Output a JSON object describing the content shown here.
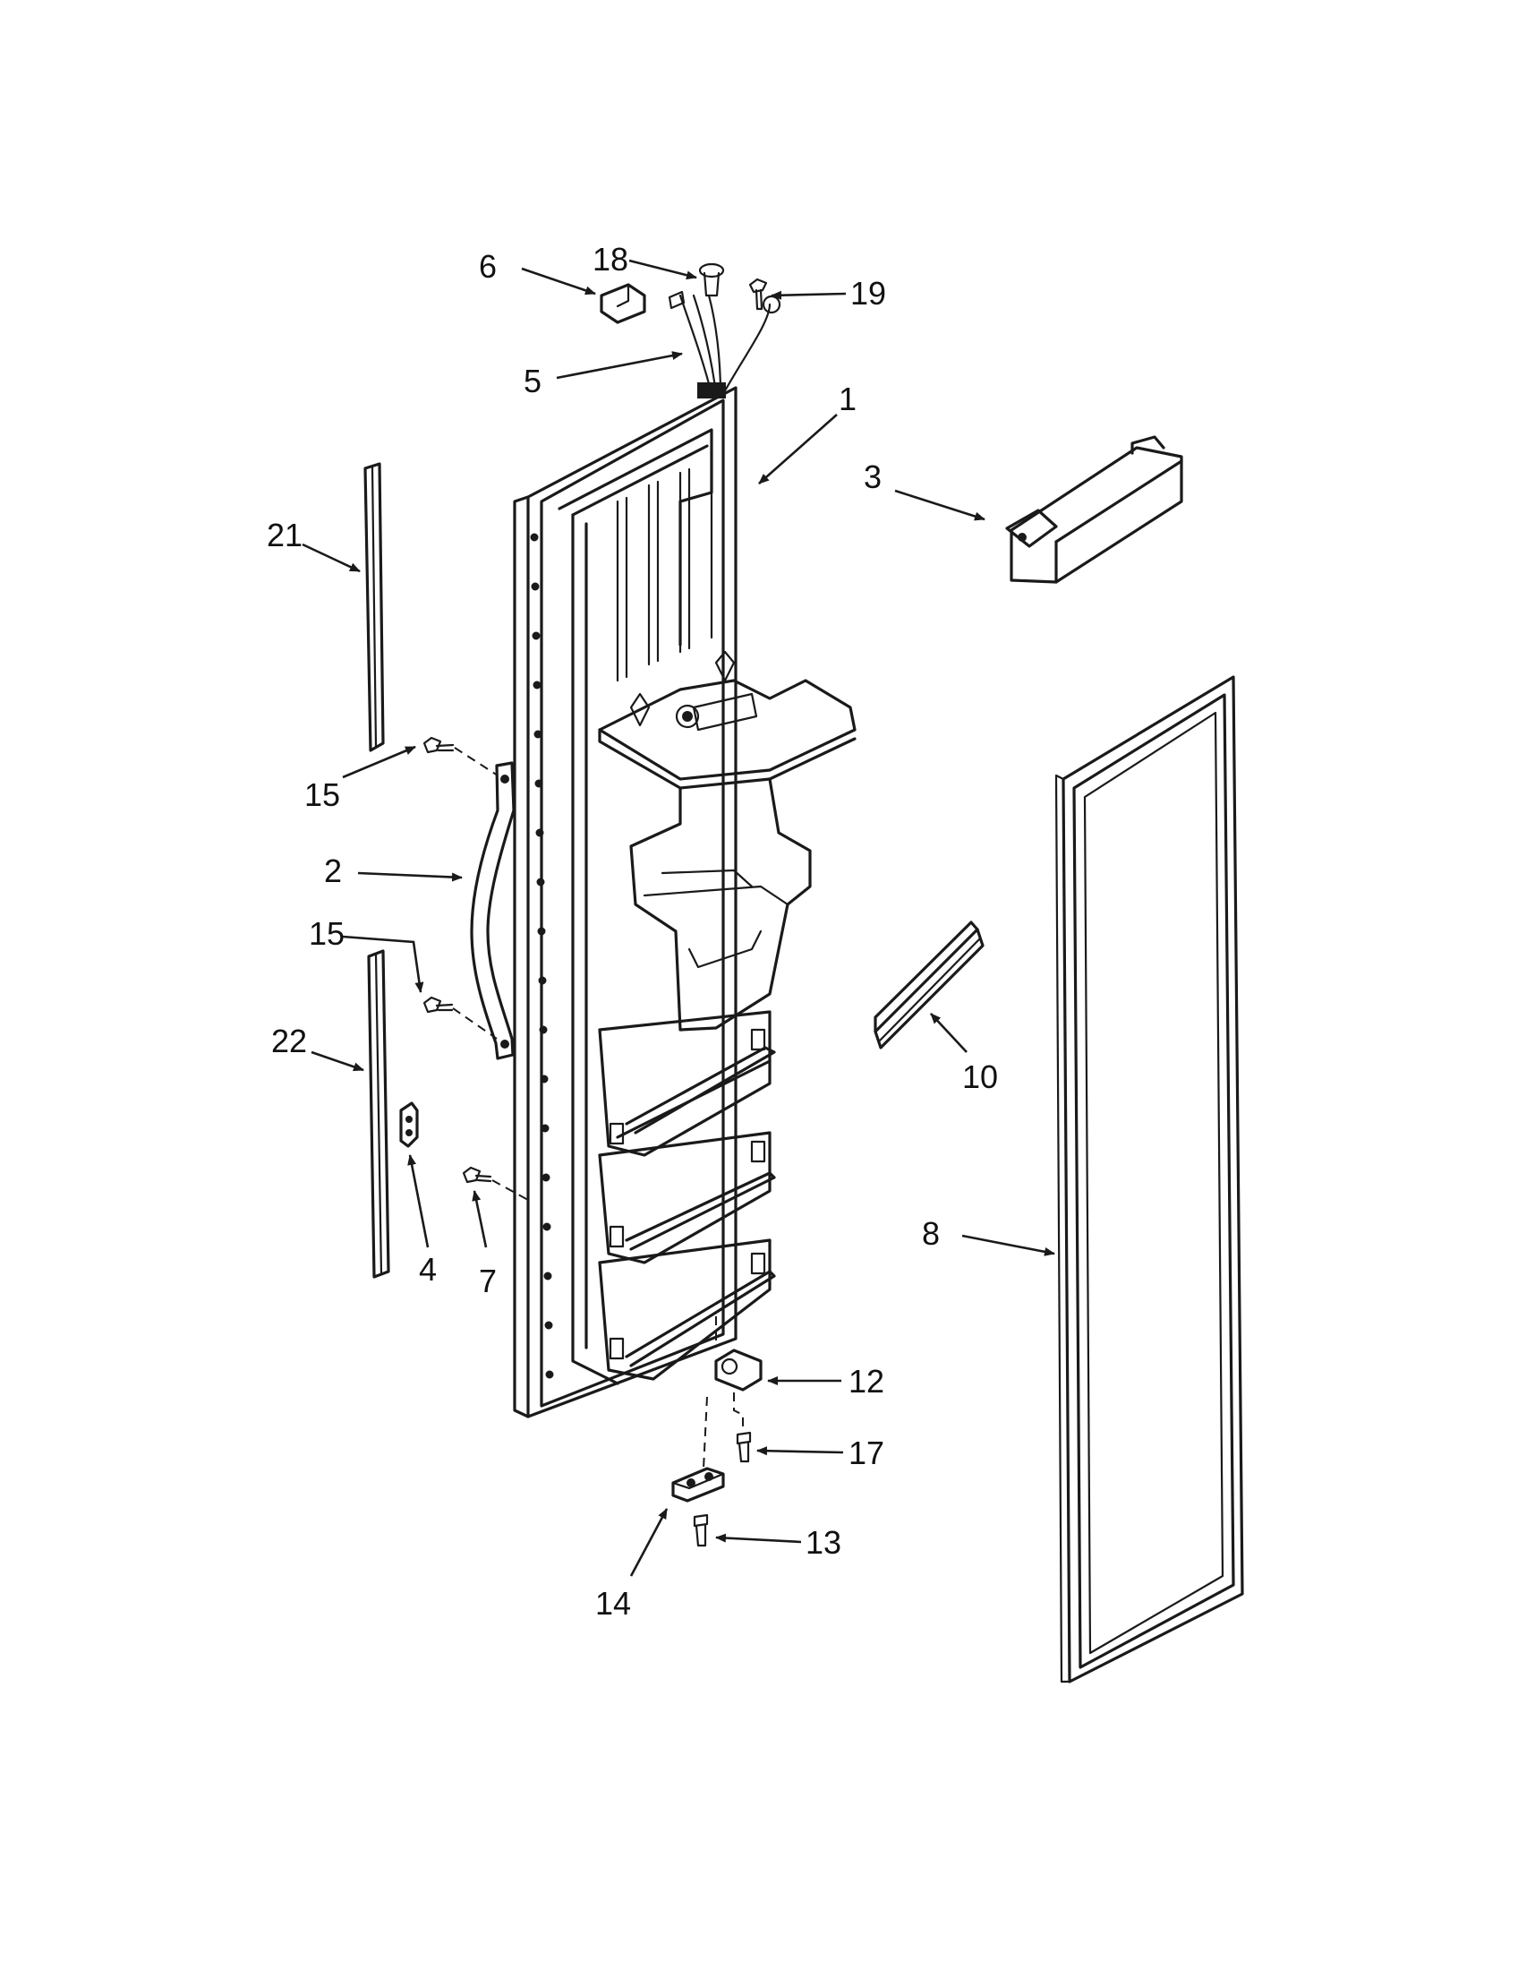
{
  "callouts": [
    {
      "id": "c1",
      "text": "1"
    },
    {
      "id": "c2",
      "text": "2"
    },
    {
      "id": "c3",
      "text": "3"
    },
    {
      "id": "c4",
      "text": "4"
    },
    {
      "id": "c5",
      "text": "5"
    },
    {
      "id": "c6",
      "text": "6"
    },
    {
      "id": "c7",
      "text": "7"
    },
    {
      "id": "c8",
      "text": "8"
    },
    {
      "id": "c10",
      "text": "10"
    },
    {
      "id": "c12",
      "text": "12"
    },
    {
      "id": "c13",
      "text": "13"
    },
    {
      "id": "c14",
      "text": "14"
    },
    {
      "id": "c15a",
      "text": "15"
    },
    {
      "id": "c15b",
      "text": "15"
    },
    {
      "id": "c17",
      "text": "17"
    },
    {
      "id": "c18",
      "text": "18"
    },
    {
      "id": "c19",
      "text": "19"
    },
    {
      "id": "c21",
      "text": "21"
    },
    {
      "id": "c22",
      "text": "22"
    }
  ]
}
